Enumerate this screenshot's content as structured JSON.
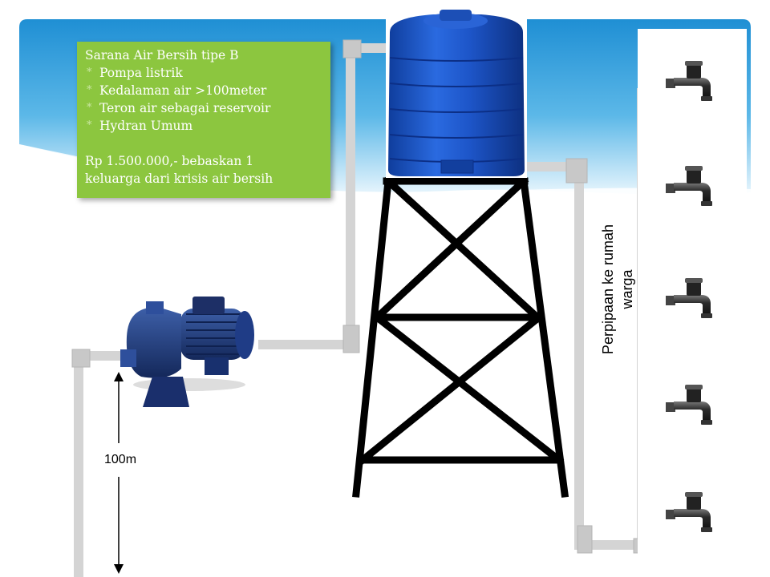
{
  "info_box": {
    "title": "Sarana Air Bersih tipe B",
    "items": [
      "Pompa listrik",
      "Kedalaman air >100meter",
      "Teron air sebagai reservoir",
      "Hydran Umum"
    ],
    "bullet": "*",
    "price_line_1": "Rp 1.500.000,- bebaskan 1",
    "price_line_2": "keluarga dari krisis air bersih"
  },
  "depth_label": "100m",
  "pipe_label_line_1": "Perpipaan ke rumah",
  "pipe_label_line_2": "warga",
  "tap_count": 5,
  "colors": {
    "header_blue": "#2a9ad8",
    "info_green": "#8cc63f",
    "pipe_gray": "#d4d4d4",
    "tank_blue": "#1b4fb8",
    "tower_black": "#000000"
  }
}
